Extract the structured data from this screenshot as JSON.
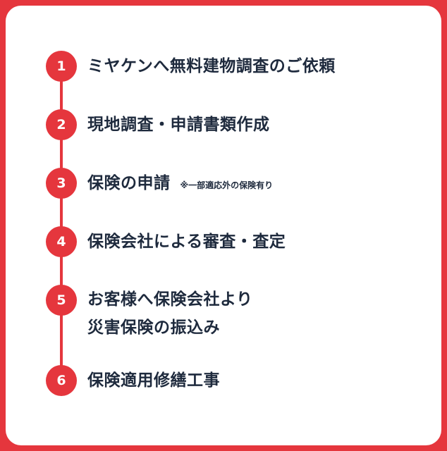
{
  "steps": [
    {
      "number": "1",
      "label": "ミヤケンへ無料建物調査のご依頼"
    },
    {
      "number": "2",
      "label": "現地調査・申請書類作成"
    },
    {
      "number": "3",
      "label": "保険の申請",
      "note": "※一部適応外の保険有り"
    },
    {
      "number": "4",
      "label": "保険会社による審査・査定"
    },
    {
      "number": "5",
      "label_line1": "お客様へ保険会社より",
      "label_line2": "災害保険の振込み"
    },
    {
      "number": "6",
      "label": "保険適用修繕工事"
    }
  ],
  "colors": {
    "accent": "#e5363d",
    "text": "#1e2a3d",
    "background": "#ffffff"
  }
}
